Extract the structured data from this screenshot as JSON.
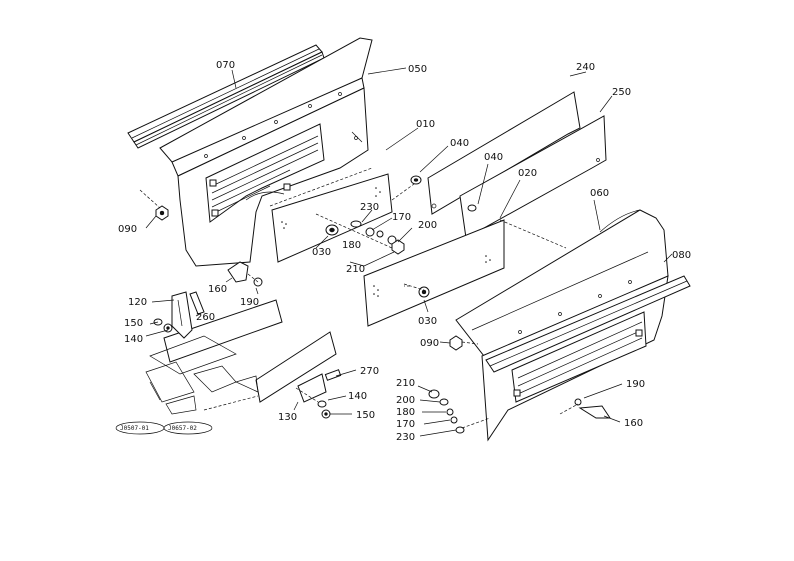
{
  "diagram": {
    "callouts": [
      {
        "id": "c070a",
        "text": "070"
      },
      {
        "id": "c050",
        "text": "050"
      },
      {
        "id": "c010",
        "text": "010"
      },
      {
        "id": "c040a",
        "text": "040"
      },
      {
        "id": "c240",
        "text": "240"
      },
      {
        "id": "c250",
        "text": "250"
      },
      {
        "id": "c040b",
        "text": "040"
      },
      {
        "id": "c020",
        "text": "020"
      },
      {
        "id": "c060",
        "text": "060"
      },
      {
        "id": "c080",
        "text": "080"
      },
      {
        "id": "c090a",
        "text": "090"
      },
      {
        "id": "c230a",
        "text": "230"
      },
      {
        "id": "c170a",
        "text": "170"
      },
      {
        "id": "c200a",
        "text": "200"
      },
      {
        "id": "c030a",
        "text": "030"
      },
      {
        "id": "c180a",
        "text": "180"
      },
      {
        "id": "c210a",
        "text": "210"
      },
      {
        "id": "c160a",
        "text": "160"
      },
      {
        "id": "c190a",
        "text": "190"
      },
      {
        "id": "c120",
        "text": "120"
      },
      {
        "id": "c260",
        "text": "260"
      },
      {
        "id": "c150a",
        "text": "150"
      },
      {
        "id": "c140a",
        "text": "140"
      },
      {
        "id": "c030b",
        "text": "030"
      },
      {
        "id": "c090b",
        "text": "090"
      },
      {
        "id": "c270",
        "text": "270"
      },
      {
        "id": "c140b",
        "text": "140"
      },
      {
        "id": "c130",
        "text": "130"
      },
      {
        "id": "c150b",
        "text": "150"
      },
      {
        "id": "c210b",
        "text": "210"
      },
      {
        "id": "c200b",
        "text": "200"
      },
      {
        "id": "c180b",
        "text": "180"
      },
      {
        "id": "c170b",
        "text": "170"
      },
      {
        "id": "c230b",
        "text": "230"
      },
      {
        "id": "c190b",
        "text": "190"
      },
      {
        "id": "c160b",
        "text": "160"
      }
    ],
    "refs": {
      "left": "J0507-01",
      "right": "J0657-02"
    }
  }
}
